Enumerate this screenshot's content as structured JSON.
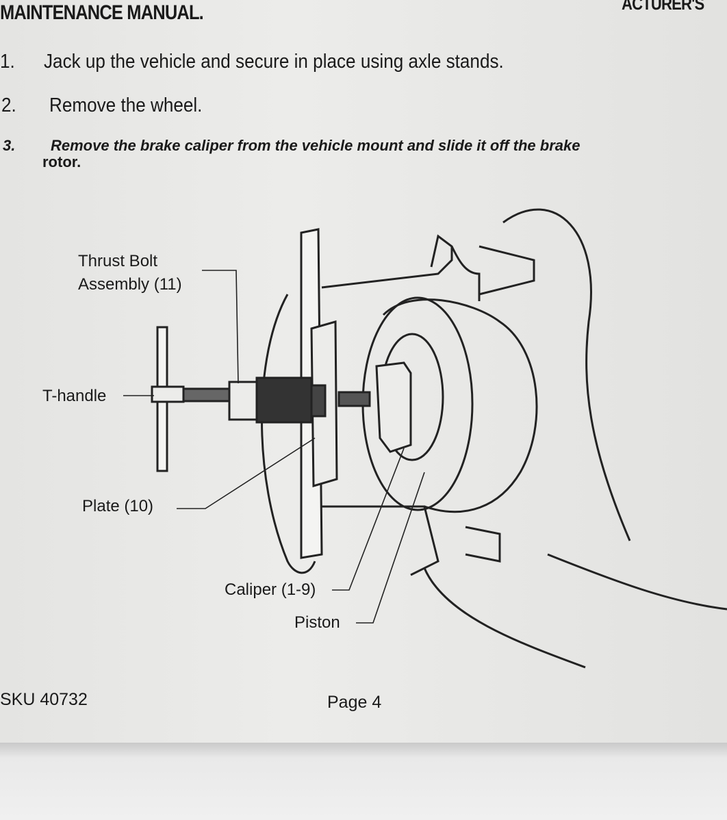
{
  "header": {
    "title": "MAINTENANCE MANUAL.",
    "top_right": "ACTURER'S"
  },
  "steps": [
    {
      "num": "1.",
      "text": "Jack up the vehicle and secure in place using axle stands."
    },
    {
      "num": "2.",
      "text": "Remove the wheel."
    },
    {
      "num": "3.",
      "text": "Remove the brake caliper from the vehicle mount and slide it off the brake",
      "text2": "rotor."
    }
  ],
  "diagram": {
    "labels": {
      "thrust_bolt_1": "Thrust Bolt",
      "thrust_bolt_2": "Assembly (11)",
      "t_handle": "T-handle",
      "plate": "Plate (10)",
      "caliper": "Caliper (1-9)",
      "piston": "Piston"
    }
  },
  "footer": {
    "sku": "SKU 40732",
    "page": "Page 4"
  }
}
